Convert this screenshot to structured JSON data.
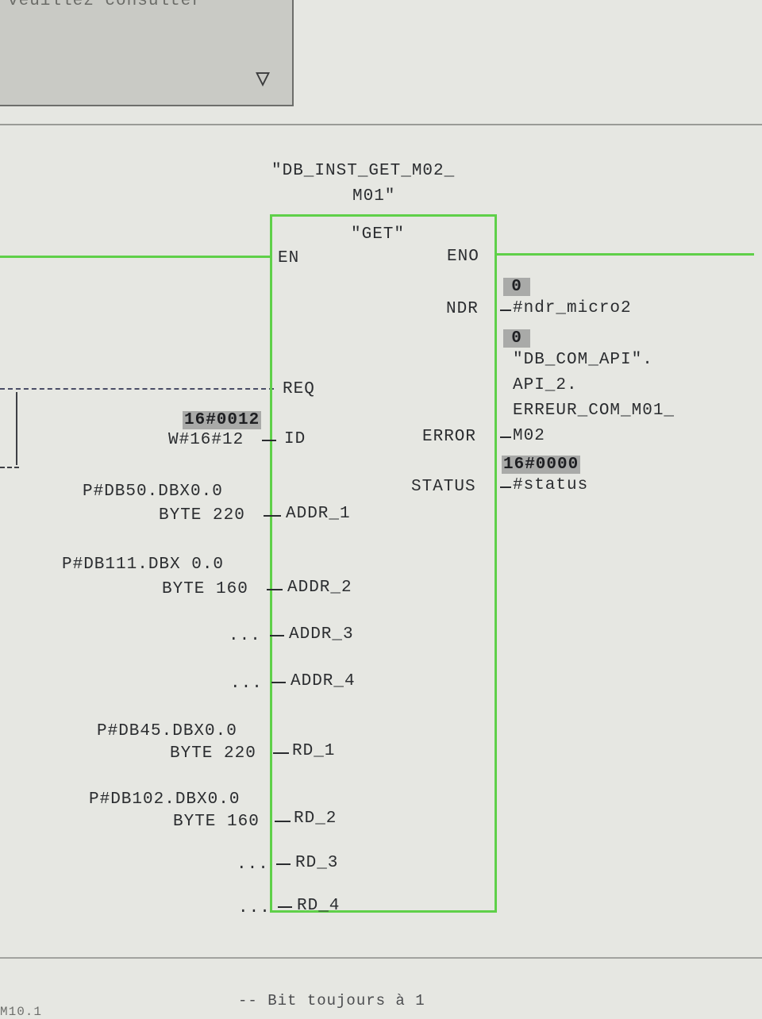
{
  "message_panel": {
    "text": "veuillez consulter",
    "arrow": "▽"
  },
  "block": {
    "instance_line1": "\"DB_INST_GET_M02_",
    "instance_line2": "M01\"",
    "type": "\"GET\"",
    "pins_in": {
      "en": "EN",
      "req": "REQ",
      "id": "ID",
      "addr1": "ADDR_1",
      "addr2": "ADDR_2",
      "addr3": "ADDR_3",
      "addr4": "ADDR_4",
      "rd1": "RD_1",
      "rd2": "RD_2",
      "rd3": "RD_3",
      "rd4": "RD_4"
    },
    "pins_out": {
      "eno": "ENO",
      "ndr": "NDR",
      "error": "ERROR",
      "status": "STATUS"
    }
  },
  "inputs": {
    "id_live": "16#0012",
    "id_value": "W#16#12",
    "addr1_line1": "P#DB50.DBX0.0",
    "addr1_line2": "BYTE 220",
    "addr2_line1": "P#DB111.DBX 0.0",
    "addr2_line2": "BYTE 160",
    "addr3": "...",
    "addr4": "...",
    "rd1_line1": "P#DB45.DBX0.0",
    "rd1_line2": "BYTE 220",
    "rd2_line1": "P#DB102.DBX0.0",
    "rd2_line2": "BYTE 160",
    "rd3": "...",
    "rd4": "..."
  },
  "outputs": {
    "ndr_live": "0",
    "ndr_tag": "#ndr_micro2",
    "error_live": "0",
    "error_line1": "\"DB_COM_API\".",
    "error_line2": "API_2.",
    "error_line3": "ERREUR_COM_M01_",
    "error_line4": "M02",
    "status_live": "16#0000",
    "status_tag": "#status"
  },
  "footer": {
    "comment": "-- Bit toujours à 1",
    "left_fragment": "M10.1"
  },
  "colors": {
    "wire": "#5fd049",
    "background": "#e6e7e2"
  }
}
